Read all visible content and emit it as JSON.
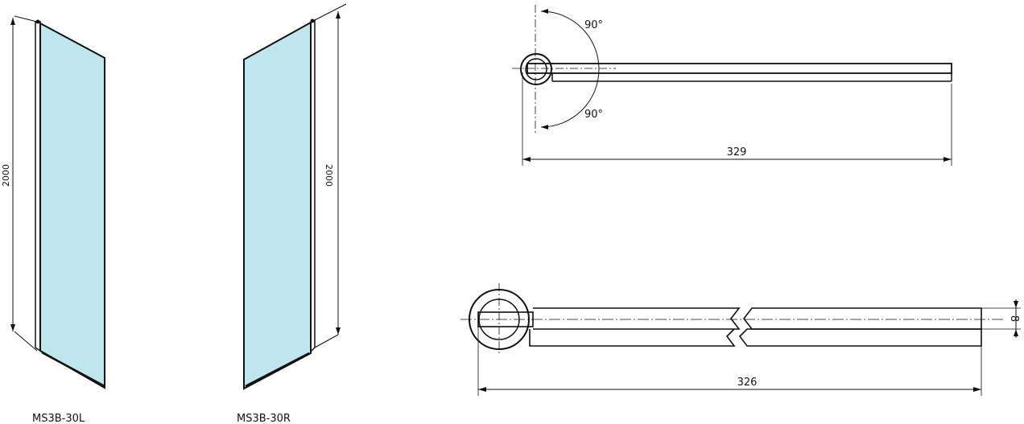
{
  "drawing": {
    "panel_left": {
      "model_label": "MS3B-30L",
      "height_label": "2000"
    },
    "panel_right": {
      "model_label": "MS3B-30R",
      "height_label": "2000"
    },
    "top_view": {
      "angle_top": "90°",
      "angle_bottom": "90°",
      "width_dim": "329"
    },
    "bottom_view": {
      "width_dim": "326",
      "thickness_dim": "8"
    }
  },
  "colors": {
    "glass": "#bfe6ec",
    "line": "#111111"
  }
}
